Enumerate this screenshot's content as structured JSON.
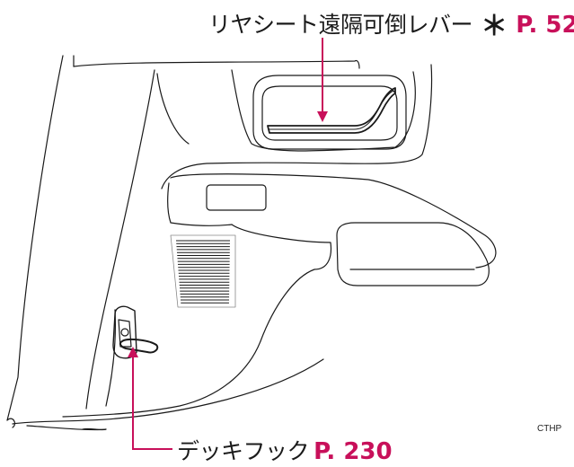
{
  "callouts": {
    "top": {
      "label": "リヤシート遠隔可倒レバー",
      "marker": "＊",
      "page_ref": "P. 52"
    },
    "bottom": {
      "label": "デッキフック",
      "page_ref": "P. 230"
    }
  },
  "figure_code": "CTHP",
  "colors": {
    "leader_line": "#c8105a",
    "page_ref": "#c8105a",
    "drawing_line": "#1a1a1a"
  }
}
